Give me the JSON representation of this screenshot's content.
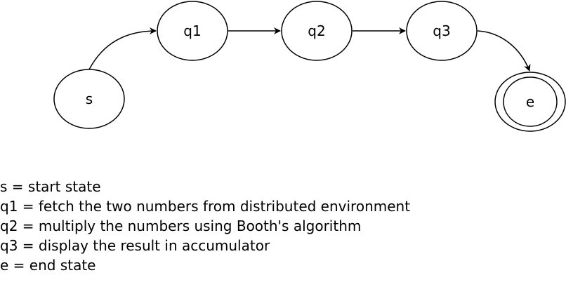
{
  "diagram": {
    "states": {
      "s": "s",
      "q1": "q1",
      "q2": "q2",
      "q3": "q3",
      "e": "e"
    },
    "transitions": [
      {
        "from": "s",
        "to": "q1"
      },
      {
        "from": "q1",
        "to": "q2"
      },
      {
        "from": "q2",
        "to": "q3"
      },
      {
        "from": "q3",
        "to": "e"
      }
    ],
    "final_state": "e"
  },
  "legend": [
    "s = start state",
    "q1 = fetch the two numbers from distributed environment",
    "q2 = multiply the numbers using Booth's algorithm",
    "q3 = display the result in accumulator",
    "e = end state"
  ]
}
